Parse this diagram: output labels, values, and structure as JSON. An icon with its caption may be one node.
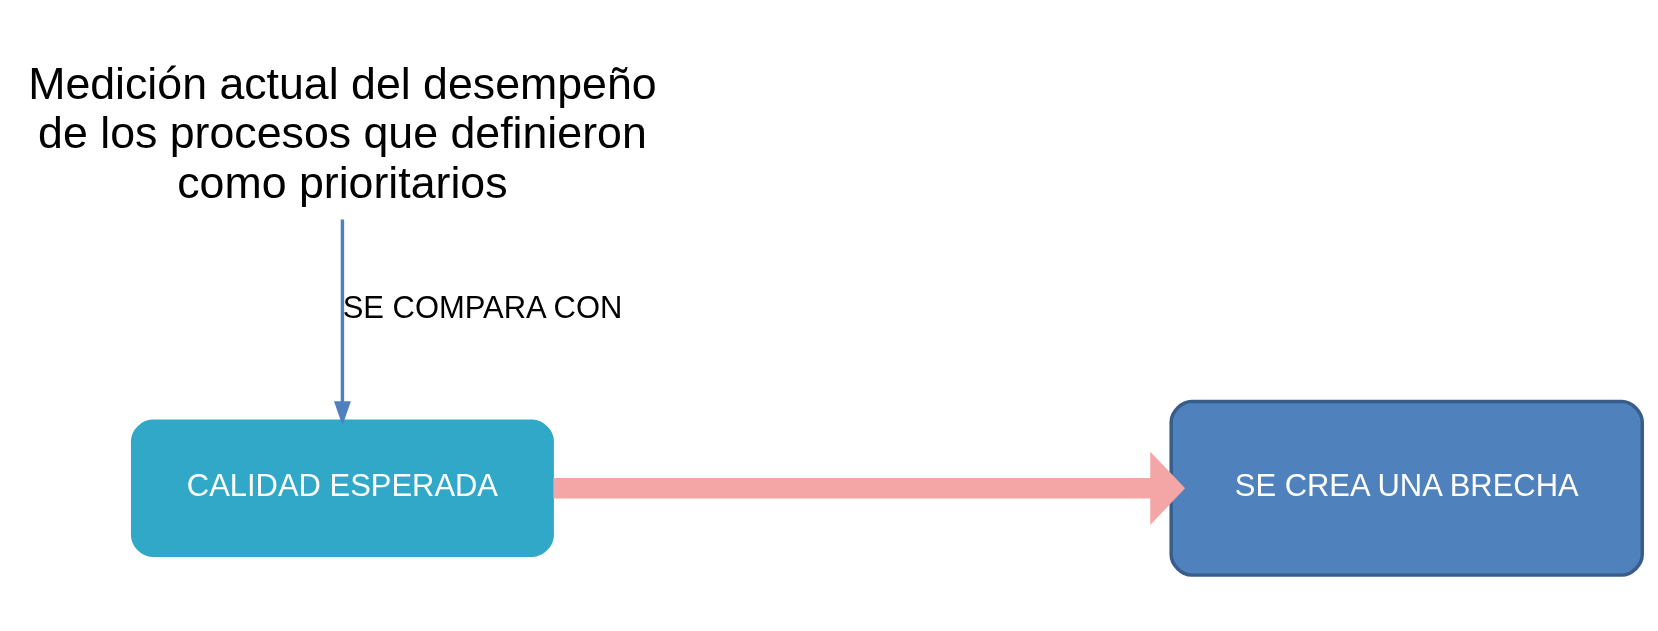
{
  "diagram": {
    "nodes": [
      {
        "text": [
          "Medición actual del desempeño de los procesos que definieron como prioritarios"
        ]
      },
      {
        "text": [
          "CALIDAD ESPERADA"
        ]
      },
      {
        "text": [
          "SE CREA UNA BRECHA"
        ]
      }
    ],
    "edges": [
      {
        "from": 0,
        "to": 1,
        "arrow": "to",
        "label": "SE COMPARA CON"
      },
      {
        "from": 1,
        "to": 2,
        "arrow": "to",
        "style": "thick",
        "color": "#f4a6a6"
      }
    ]
  }
}
